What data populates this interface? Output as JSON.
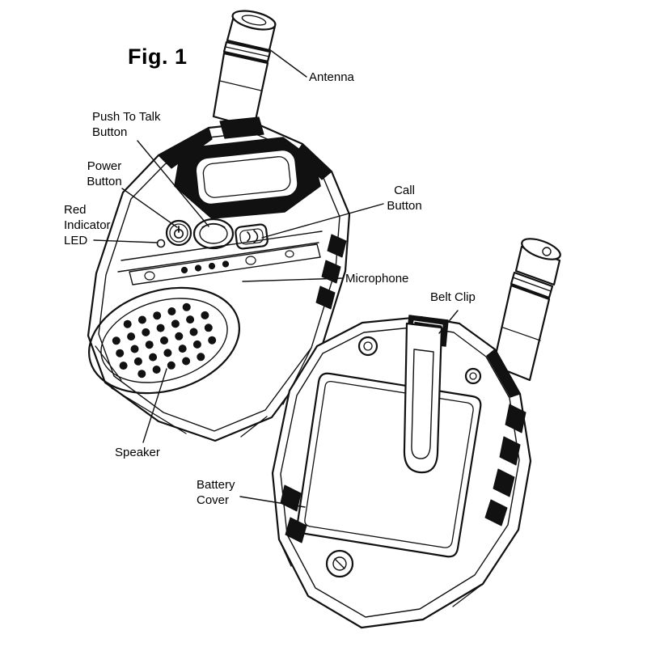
{
  "figure": {
    "title": "Fig. 1"
  },
  "labels": {
    "antenna": "Antenna",
    "ptt": "Push To Talk\nButton",
    "power": "Power\nButton",
    "led": "Red\nIndicator\nLED",
    "call": "Call\nButton",
    "microphone": "Microphone",
    "belt_clip": "Belt Clip",
    "speaker": "Speaker",
    "battery_cover": "Battery\nCover"
  },
  "colors": {
    "ink": "#111111",
    "paper": "#ffffff"
  }
}
